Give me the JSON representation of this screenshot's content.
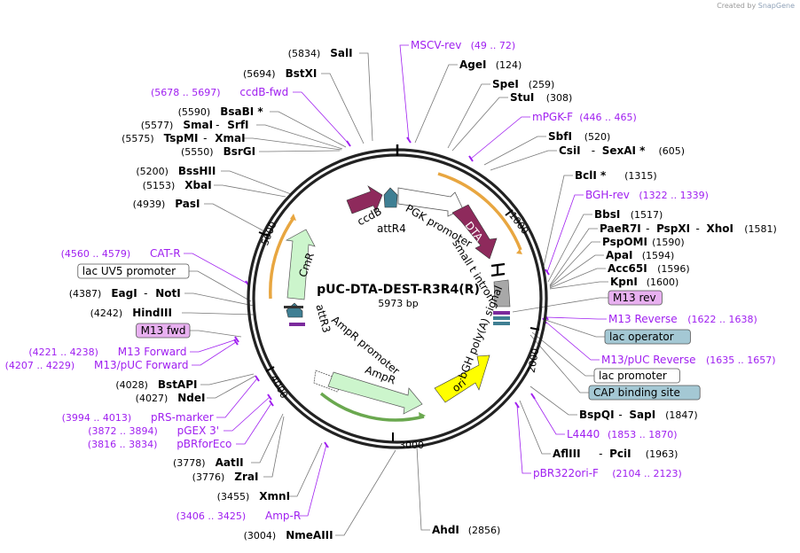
{
  "watermark": {
    "prefix": "Created by",
    "brand": "SnapGene"
  },
  "plasmid": {
    "name": "pUC-DTA-DEST-R3R4(R)",
    "length_label": "5973 bp",
    "length": 5973
  },
  "ring_ticks": [
    "1000",
    "2000",
    "3000",
    "4000",
    "5000"
  ],
  "features": [
    {
      "name": "ccdB",
      "color": "#8e2a5c"
    },
    {
      "name": "attR4",
      "color": "#3f7f93"
    },
    {
      "name": "PGK promoter",
      "color": "#ffffff"
    },
    {
      "name": "DTA",
      "color": "#8e2a5c"
    },
    {
      "name": "small t intron",
      "color": "#ffffff"
    },
    {
      "name": "bGH poly(A) signal",
      "color": "#a8a8a8"
    },
    {
      "name": "ori",
      "color": "#ffff00"
    },
    {
      "name": "AmpR",
      "color": "#ccf5cc"
    },
    {
      "name": "AmpR promoter",
      "color": "#ffffff"
    },
    {
      "name": "attR3",
      "color": "#3f7f93"
    },
    {
      "name": "CmR",
      "color": "#ccf5cc"
    }
  ],
  "labels": [
    {
      "id": "sali",
      "pos": "(5834)",
      "name": "SalI",
      "color": "#000000"
    },
    {
      "id": "msc",
      "pos": "(49 .. 72)",
      "name": "MSCV-rev",
      "color": "#a020f0"
    },
    {
      "id": "agei",
      "pos": "(124)",
      "name": "AgeI",
      "color": "#000000"
    },
    {
      "id": "bstxi",
      "pos": "(5694)",
      "name": "BstXI",
      "color": "#000000"
    },
    {
      "id": "spei",
      "pos": "(259)",
      "name": "SpeI",
      "color": "#000000"
    },
    {
      "id": "ccdbfwd",
      "pos": "(5678 .. 5697)",
      "name": "ccdB-fwd",
      "color": "#a020f0"
    },
    {
      "id": "stui",
      "pos": "(308)",
      "name": "StuI",
      "color": "#000000"
    },
    {
      "id": "bsabi",
      "pos": "(5590)",
      "name": "BsaBI *",
      "color": "#000000"
    },
    {
      "id": "mpgk",
      "pos": "(446 .. 465)",
      "name": "mPGK-F",
      "color": "#a020f0"
    },
    {
      "id": "smai",
      "pos": "(5577)",
      "name": "SmaI",
      "sep": "-",
      "name2": "SrfI",
      "color": "#000000"
    },
    {
      "id": "tspmi",
      "pos": "(5575)",
      "name": "TspMI",
      "sep": "-",
      "name2": "XmaI",
      "color": "#000000"
    },
    {
      "id": "sbfi",
      "pos": "(520)",
      "name": "SbfI",
      "color": "#000000"
    },
    {
      "id": "bsrgi",
      "pos": "(5550)",
      "name": "BsrGI",
      "color": "#000000"
    },
    {
      "id": "csii",
      "pos": "(605)",
      "name": "CsiI",
      "sep": "-",
      "name2": "SexAI *",
      "color": "#000000"
    },
    {
      "id": "bsshii",
      "pos": "(5200)",
      "name": "BssHII",
      "color": "#000000"
    },
    {
      "id": "bcli",
      "pos": "(1315)",
      "name": "BclI *",
      "color": "#000000"
    },
    {
      "id": "xbai",
      "pos": "(5153)",
      "name": "XbaI",
      "color": "#000000"
    },
    {
      "id": "bghrev",
      "pos": "(1322 .. 1339)",
      "name": "BGH-rev",
      "color": "#a020f0"
    },
    {
      "id": "pasi",
      "pos": "(4939)",
      "name": "PasI",
      "color": "#000000"
    },
    {
      "id": "bbsi",
      "pos": "(1517)",
      "name": "BbsI",
      "color": "#000000"
    },
    {
      "id": "paer7i",
      "pos": "(1581)",
      "name": "PaeR7I",
      "sep": "-",
      "name2": "PspXI",
      "sep2": "-",
      "name3": "XhoI",
      "color": "#000000"
    },
    {
      "id": "pspomi",
      "pos": "(1590)",
      "name": "PspOMI",
      "color": "#000000"
    },
    {
      "id": "catr",
      "pos": "(4560 .. 4579)",
      "name": "CAT-R",
      "color": "#a020f0"
    },
    {
      "id": "apai",
      "pos": "(1594)",
      "name": "ApaI",
      "color": "#000000"
    },
    {
      "id": "acc65i",
      "pos": "(1596)",
      "name": "Acc65I",
      "color": "#000000"
    },
    {
      "id": "lacuv5",
      "pos": "",
      "name": "lac UV5 promoter",
      "color": "#000000",
      "box": "#ffffff"
    },
    {
      "id": "kpni",
      "pos": "(1600)",
      "name": "KpnI",
      "color": "#000000"
    },
    {
      "id": "eagi",
      "pos": "(4387)",
      "name": "EagI",
      "sep": "-",
      "name2": "NotI",
      "color": "#000000"
    },
    {
      "id": "m13rev",
      "pos": "",
      "name": "M13 rev",
      "color": "#000000",
      "box": "#e8b0f0"
    },
    {
      "id": "hindiii",
      "pos": "(4242)",
      "name": "HindIII",
      "color": "#000000"
    },
    {
      "id": "m13reverse",
      "pos": "(1622 .. 1638)",
      "name": "M13 Reverse",
      "color": "#a020f0"
    },
    {
      "id": "m13fwd",
      "pos": "",
      "name": "M13 fwd",
      "color": "#000000",
      "box": "#e8b0f0"
    },
    {
      "id": "lacop",
      "pos": "",
      "name": "lac operator",
      "color": "#000000",
      "box": "#a4c8d4"
    },
    {
      "id": "m13forward",
      "pos": "(4221 .. 4238)",
      "name": "M13 Forward",
      "color": "#a020f0"
    },
    {
      "id": "m13puc_rev",
      "pos": "(1635 .. 1657)",
      "name": "M13/pUC Reverse",
      "color": "#a020f0"
    },
    {
      "id": "m13puc_fwd",
      "pos": "(4207 .. 4229)",
      "name": "M13/pUC Forward",
      "color": "#a020f0"
    },
    {
      "id": "lacprom",
      "pos": "",
      "name": "lac promoter",
      "color": "#000000",
      "box": "#ffffff"
    },
    {
      "id": "bstapi",
      "pos": "(4028)",
      "name": "BstAPI",
      "color": "#000000"
    },
    {
      "id": "cap",
      "pos": "",
      "name": "CAP binding site",
      "color": "#000000",
      "box": "#a4c8d4"
    },
    {
      "id": "ndei",
      "pos": "(4027)",
      "name": "NdeI",
      "color": "#000000"
    },
    {
      "id": "bspqi",
      "pos": "(1847)",
      "name": "BspQI",
      "sep": "-",
      "name2": "SapI",
      "color": "#000000"
    },
    {
      "id": "prsmarker",
      "pos": "(3994 .. 4013)",
      "name": "pRS-marker",
      "color": "#a020f0"
    },
    {
      "id": "l4440",
      "pos": "(1853 .. 1870)",
      "name": "L4440",
      "color": "#a020f0"
    },
    {
      "id": "pgex3",
      "pos": "(3872 .. 3894)",
      "name": "pGEX 3'",
      "color": "#a020f0"
    },
    {
      "id": "pbrforeco",
      "pos": "(3816 .. 3834)",
      "name": "pBRforEco",
      "color": "#a020f0"
    },
    {
      "id": "afliii",
      "pos": "(1963)",
      "name": "AflIII",
      "sep": "-",
      "name2": "PciI",
      "color": "#000000"
    },
    {
      "id": "aatii",
      "pos": "(3778)",
      "name": "AatII",
      "color": "#000000"
    },
    {
      "id": "pbr322",
      "pos": "(2104 .. 2123)",
      "name": "pBR322ori-F",
      "color": "#a020f0"
    },
    {
      "id": "zrai",
      "pos": "(3776)",
      "name": "ZraI",
      "color": "#000000"
    },
    {
      "id": "xmni",
      "pos": "(3455)",
      "name": "XmnI",
      "color": "#000000"
    },
    {
      "id": "ampr_p",
      "pos": "(3406 .. 3425)",
      "name": "Amp-R",
      "color": "#a020f0"
    },
    {
      "id": "ahdi",
      "pos": "(2856)",
      "name": "AhdI",
      "color": "#000000"
    },
    {
      "id": "nmeaiii",
      "pos": "(3004)",
      "name": "NmeAIII",
      "color": "#000000"
    }
  ]
}
